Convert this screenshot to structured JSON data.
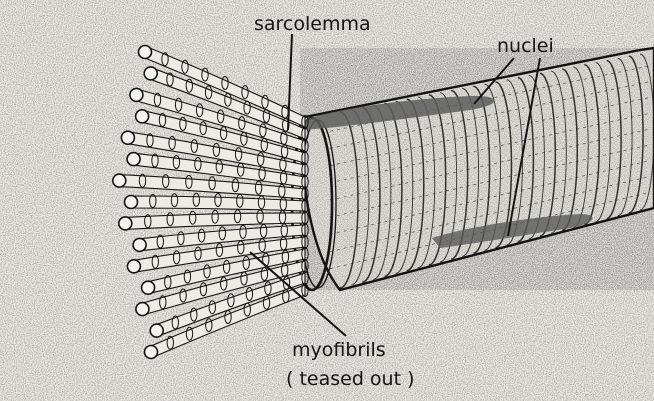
{
  "labels": {
    "sarcolemma": "sarcolemma",
    "nuclei": "nuclei",
    "myofibrils_line1": "myofibrils",
    "myofibrils_line2": "( teased out )"
  },
  "colors": {
    "ink": "#141414",
    "paper": "#f2f1ec",
    "shade": "#6f6f6f"
  }
}
